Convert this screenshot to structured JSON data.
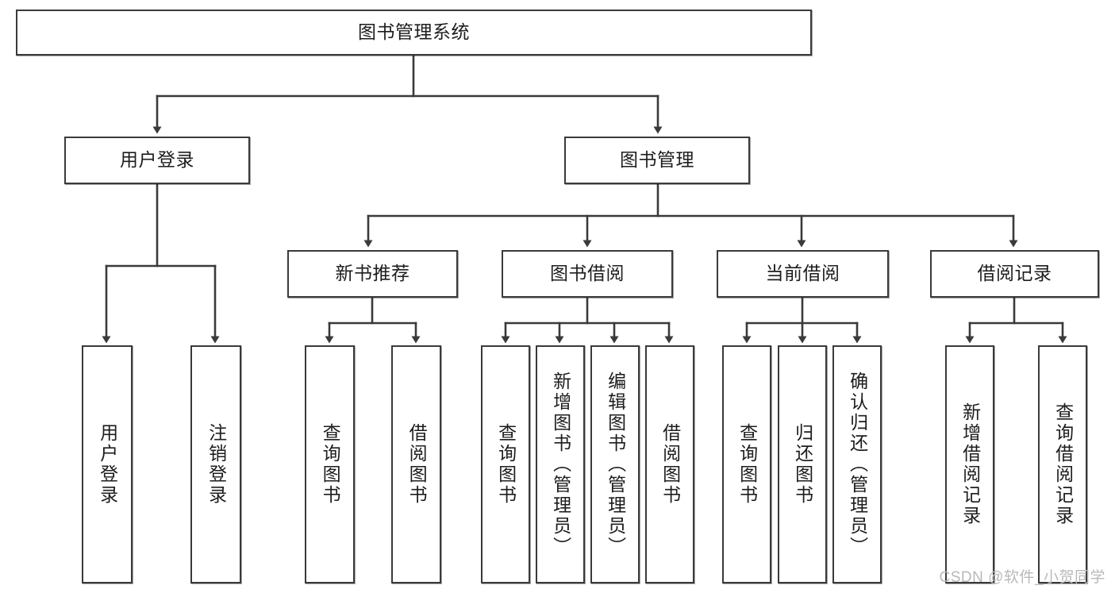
{
  "diagram": {
    "type": "hierarchy-tree",
    "title": "图书管理系统",
    "orientation": "top-down",
    "levels": 4,
    "line_color": "#3a3a3a",
    "node_fill": "#ffffff",
    "text_color": "#1d1d1d"
  },
  "nodes": {
    "root": {
      "label": "图书管理系统"
    },
    "level2": [
      {
        "id": "user-login",
        "label": "用户登录"
      },
      {
        "id": "book-manage",
        "label": "图书管理"
      }
    ],
    "level3": [
      {
        "id": "new-book-recommend",
        "label": "新书推荐"
      },
      {
        "id": "book-borrow",
        "label": "图书借阅"
      },
      {
        "id": "current-borrow",
        "label": "当前借阅"
      },
      {
        "id": "borrow-record",
        "label": "借阅记录"
      }
    ],
    "leaves": {
      "user_login": [
        {
          "id": "leaf-user-login",
          "label": "用户登录"
        },
        {
          "id": "leaf-logout",
          "label": "注销登录"
        }
      ],
      "new_book_recommend": [
        {
          "id": "leaf-query-book-1",
          "label": "查询图书"
        },
        {
          "id": "leaf-borrow-book-1",
          "label": "借阅图书"
        }
      ],
      "book_borrow": [
        {
          "id": "leaf-query-book-2",
          "label": "查询图书"
        },
        {
          "id": "leaf-add-book",
          "label": "新增图书（管理员）"
        },
        {
          "id": "leaf-edit-book",
          "label": "编辑图书（管理员）"
        },
        {
          "id": "leaf-borrow-book-2",
          "label": "借阅图书"
        }
      ],
      "current_borrow": [
        {
          "id": "leaf-query-book-3",
          "label": "查询图书"
        },
        {
          "id": "leaf-return-book",
          "label": "归还图书"
        },
        {
          "id": "leaf-confirm-return",
          "label": "确认归还（管理员）"
        }
      ],
      "borrow_record": [
        {
          "id": "leaf-add-record",
          "label": "新增借阅记录"
        },
        {
          "id": "leaf-query-record",
          "label": "查询借阅记录"
        }
      ]
    }
  },
  "watermark": {
    "text": "CSDN @软件_小贺同学"
  }
}
